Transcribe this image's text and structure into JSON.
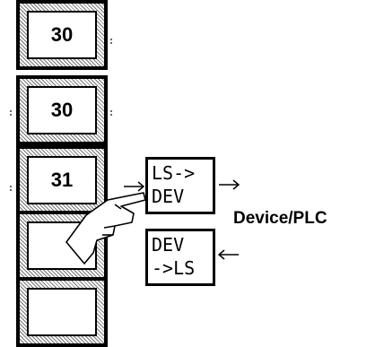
{
  "register_stack": [
    {
      "value": "30"
    },
    {
      "value": "30"
    },
    {
      "value": "31"
    },
    {
      "value": ""
    },
    {
      "value": ""
    }
  ],
  "transfer_boxes": {
    "ls_to_dev": {
      "line1": "LS->",
      "line2": "DEV"
    },
    "dev_to_ls": {
      "line1": "DEV",
      "line2": "->LS"
    }
  },
  "device_label": "Device/PLC",
  "icons": {
    "hand": "pointing-hand-icon",
    "arrow_out": "arrow-right-icon",
    "arrow_in": "arrow-left-icon"
  }
}
